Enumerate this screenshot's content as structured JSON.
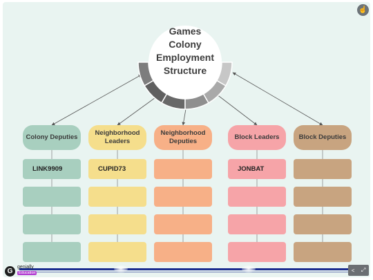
{
  "title": "Games Colony Employment Structure",
  "title_lines": [
    "Games",
    "Colony",
    "Employment",
    "Structure"
  ],
  "columns": [
    {
      "header": "Colony Deputies",
      "header_color": "#a8cfbf",
      "cell_color": "#a8cfbf",
      "cells": [
        "LINK9909",
        "",
        "",
        ""
      ]
    },
    {
      "header": "Neighborhood Leaders",
      "header_color": "#f5de8c",
      "cell_color": "#f5de8c",
      "cells": [
        "CUPID73",
        "",
        "",
        ""
      ]
    },
    {
      "header": "Neighborhood Deputies",
      "header_color": "#f7b087",
      "cell_color": "#f7b087",
      "cells": [
        "",
        "",
        "",
        ""
      ]
    },
    {
      "header": "Block Leaders",
      "header_color": "#f6a4a8",
      "cell_color": "#f6a4a8",
      "cells": [
        "JONBAT",
        "",
        "",
        ""
      ]
    },
    {
      "header": "Block Deputies",
      "header_color": "#c8a480",
      "cell_color": "#c8a480",
      "cells": [
        "",
        "",
        "",
        ""
      ]
    }
  ],
  "ring_colors": [
    "#7d7d7d",
    "#5f5f5f",
    "#686868",
    "#8f8f8f",
    "#a9a9a9",
    "#c7c7c7"
  ],
  "brand": {
    "name": "genially",
    "tag": "Education"
  },
  "icons": {
    "top_right": "hand-pointer-icon",
    "logo": "genially-g-icon",
    "share": "share-icon",
    "fullscreen": "fullscreen-icon"
  }
}
